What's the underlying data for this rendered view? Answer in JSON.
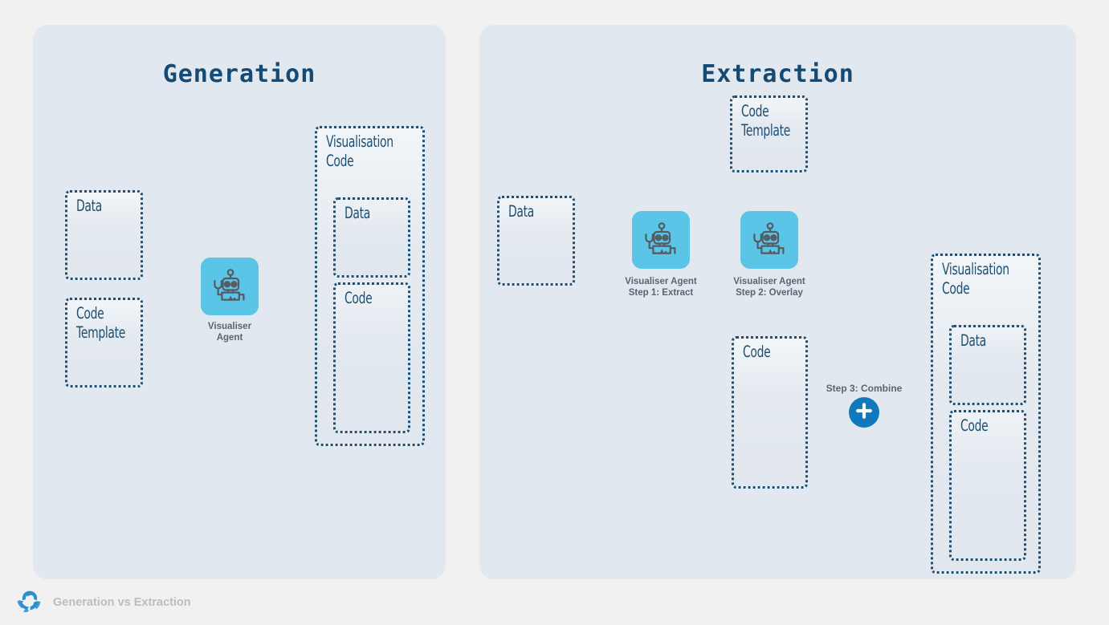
{
  "page": {
    "background_color": "#f1f1f2",
    "panel_color": "#e2e8ef",
    "accent_navy": "#144a73",
    "accent_cyan": "#5bc5e8",
    "accent_blue": "#1278bc",
    "connector_color": "#44586a"
  },
  "panels": {
    "generation": {
      "title": "Generation",
      "boxes": {
        "data": "Data",
        "code_template": "Code\nTemplate",
        "visualisation_code": "Visualisation Code",
        "vis_data": "Data",
        "vis_code": "Code"
      },
      "agent": {
        "label": "Visualiser\nAgent",
        "icon": "robot-icon"
      }
    },
    "extraction": {
      "title": "Extraction",
      "boxes": {
        "code_template": "Code\nTemplate",
        "data": "Data",
        "code": "Code",
        "visualisation_code": "Visualisation Code",
        "vis_data": "Data",
        "vis_code": "Code"
      },
      "agent_step1": {
        "label": "Visualiser Agent\nStep 1: Extract",
        "icon": "robot-icon"
      },
      "agent_step2": {
        "label": "Visualiser Agent\nStep 2: Overlay",
        "icon": "robot-icon"
      },
      "combine": {
        "label": "Step 3: Combine",
        "icon": "plus-icon"
      }
    }
  },
  "footer": {
    "logo": "recycle-leaf-logo",
    "text": "Generation vs Extraction"
  }
}
